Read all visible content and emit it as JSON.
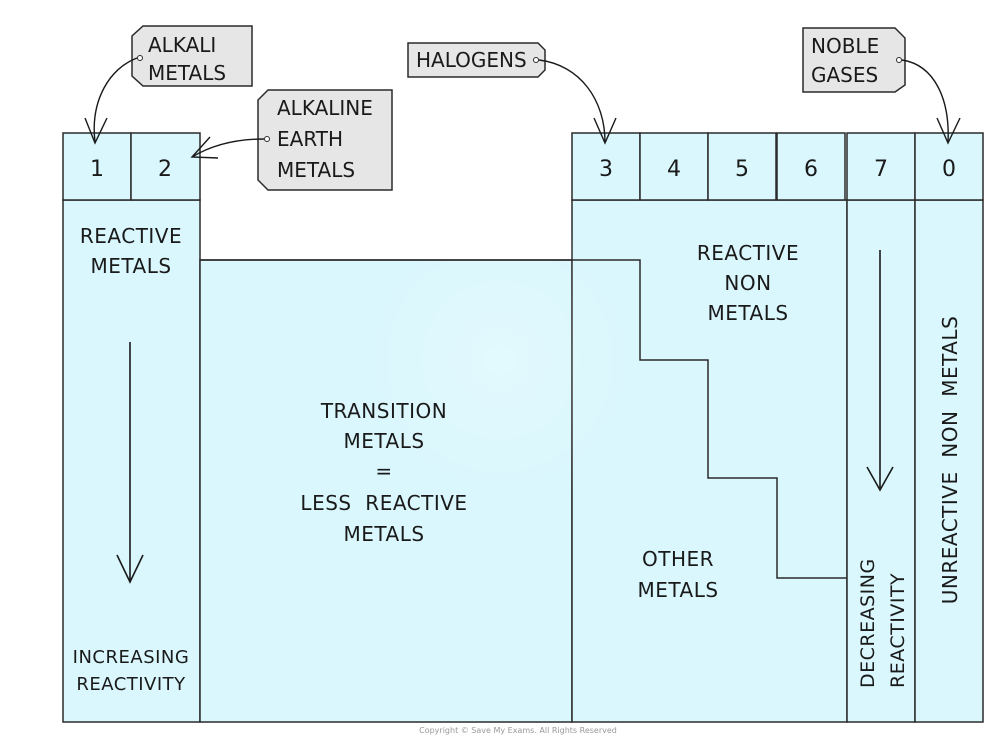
{
  "colors": {
    "cell_fill": "#d9f7fd",
    "line": "#2a2a2a",
    "tag_fill": "#e6e6e6"
  },
  "groups": [
    "1",
    "2",
    "3",
    "4",
    "5",
    "6",
    "7",
    "0"
  ],
  "callouts": {
    "alkali": [
      "ALKALI",
      "METALS"
    ],
    "alkaline_earth": [
      "ALKALINE",
      "EARTH",
      "METALS"
    ],
    "halogens": [
      "HALOGENS"
    ],
    "noble_gases": [
      "NOBLE",
      "GASES"
    ]
  },
  "regions": {
    "reactive_metals": [
      "REACTIVE",
      "METALS"
    ],
    "increasing_reactivity": [
      "INCREASING",
      "REACTIVITY"
    ],
    "transition_metals": [
      "TRANSITION",
      "METALS",
      "=",
      "LESS  REACTIVE",
      "METALS"
    ],
    "reactive_non_metals": [
      "REACTIVE",
      "NON",
      "METALS"
    ],
    "other_metals": [
      "OTHER",
      "METALS"
    ],
    "decreasing_reactivity": [
      "DECREASING",
      "REACTIVITY"
    ],
    "unreactive_non_metals": "UNREACTIVE  NON  METALS"
  },
  "copyright": "Copyright © Save My Exams. All Rights Reserved"
}
